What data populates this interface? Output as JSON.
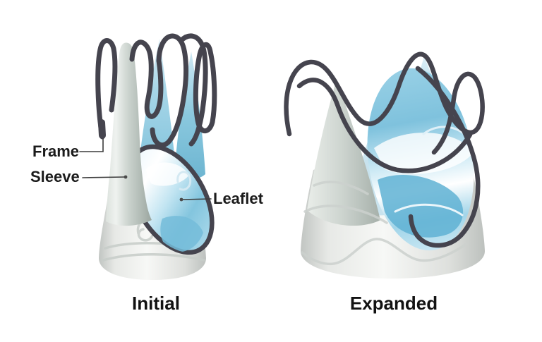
{
  "figure": {
    "annotations": {
      "frame": "Frame",
      "sleeve": "Sleeve",
      "leaflet": "Leaflet"
    },
    "captions": {
      "initial": "Initial",
      "expanded": "Expanded"
    },
    "colors": {
      "background": "#ffffff",
      "wire": "#45444e",
      "leader_line": "#3c3c3c",
      "label_text": "#1b1b1b",
      "leaflet_blue": "#7cc0da",
      "leaflet_deep_blue": "#5fb2d4",
      "sleeve_gray_green": "#c9d1cc",
      "cone_gray": "#dee0dd",
      "ghost_line_gray": "#c9cfcb"
    }
  }
}
